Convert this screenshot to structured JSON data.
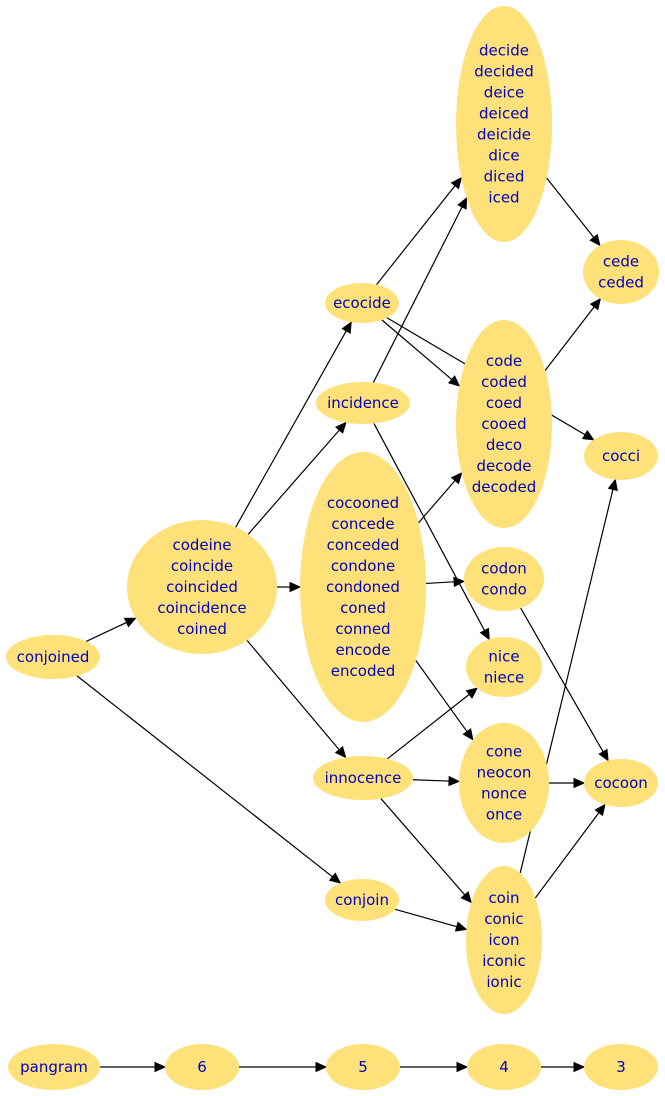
{
  "colors": {
    "node_fill": "#ffe17a",
    "text": "#0000b8",
    "edge": "#000000"
  },
  "nodes": [
    {
      "id": "conjoined",
      "lines": [
        "conjoined"
      ]
    },
    {
      "id": "codeine",
      "lines": [
        "codeine",
        "coincide",
        "coincided",
        "coincidence",
        "coined"
      ]
    },
    {
      "id": "ecocide",
      "lines": [
        "ecocide"
      ]
    },
    {
      "id": "incidence",
      "lines": [
        "incidence"
      ]
    },
    {
      "id": "cocooned",
      "lines": [
        "cocooned",
        "concede",
        "conceded",
        "condone",
        "condoned",
        "coned",
        "conned",
        "encode",
        "encoded"
      ]
    },
    {
      "id": "innocence",
      "lines": [
        "innocence"
      ]
    },
    {
      "id": "conjoin",
      "lines": [
        "conjoin"
      ]
    },
    {
      "id": "decide",
      "lines": [
        "decide",
        "decided",
        "deice",
        "deiced",
        "deicide",
        "dice",
        "diced",
        "iced"
      ]
    },
    {
      "id": "code",
      "lines": [
        "code",
        "coded",
        "coed",
        "cooed",
        "deco",
        "decode",
        "decoded"
      ]
    },
    {
      "id": "codon",
      "lines": [
        "codon",
        "condo"
      ]
    },
    {
      "id": "nice",
      "lines": [
        "nice",
        "niece"
      ]
    },
    {
      "id": "cone",
      "lines": [
        "cone",
        "neocon",
        "nonce",
        "once"
      ]
    },
    {
      "id": "coin",
      "lines": [
        "coin",
        "conic",
        "icon",
        "iconic",
        "ionic"
      ]
    },
    {
      "id": "cede",
      "lines": [
        "cede",
        "ceded"
      ]
    },
    {
      "id": "cocci",
      "lines": [
        "cocci"
      ]
    },
    {
      "id": "cocoon",
      "lines": [
        "cocoon"
      ]
    },
    {
      "id": "pangram",
      "lines": [
        "pangram"
      ]
    },
    {
      "id": "n6",
      "lines": [
        "6"
      ]
    },
    {
      "id": "n5",
      "lines": [
        "5"
      ]
    },
    {
      "id": "n4",
      "lines": [
        "4"
      ]
    },
    {
      "id": "n3",
      "lines": [
        "3"
      ]
    }
  ],
  "edges": [
    {
      "from": "conjoined",
      "to": "codeine"
    },
    {
      "from": "conjoined",
      "to": "conjoin"
    },
    {
      "from": "codeine",
      "to": "ecocide"
    },
    {
      "from": "codeine",
      "to": "incidence"
    },
    {
      "from": "codeine",
      "to": "cocooned"
    },
    {
      "from": "codeine",
      "to": "innocence"
    },
    {
      "from": "ecocide",
      "to": "decide"
    },
    {
      "from": "ecocide",
      "to": "code"
    },
    {
      "from": "ecocide",
      "to": "cocci"
    },
    {
      "from": "incidence",
      "to": "decide"
    },
    {
      "from": "incidence",
      "to": "nice"
    },
    {
      "from": "cocooned",
      "to": "code"
    },
    {
      "from": "cocooned",
      "to": "codon"
    },
    {
      "from": "cocooned",
      "to": "cone"
    },
    {
      "from": "innocence",
      "to": "nice"
    },
    {
      "from": "innocence",
      "to": "cone"
    },
    {
      "from": "innocence",
      "to": "coin"
    },
    {
      "from": "conjoin",
      "to": "coin"
    },
    {
      "from": "decide",
      "to": "cede"
    },
    {
      "from": "code",
      "to": "cede"
    },
    {
      "from": "codon",
      "to": "cocoon"
    },
    {
      "from": "cone",
      "to": "cocoon"
    },
    {
      "from": "coin",
      "to": "cocci"
    },
    {
      "from": "coin",
      "to": "cocoon"
    },
    {
      "from": "pangram",
      "to": "n6"
    },
    {
      "from": "n6",
      "to": "n5"
    },
    {
      "from": "n5",
      "to": "n4"
    },
    {
      "from": "n4",
      "to": "n3"
    }
  ]
}
